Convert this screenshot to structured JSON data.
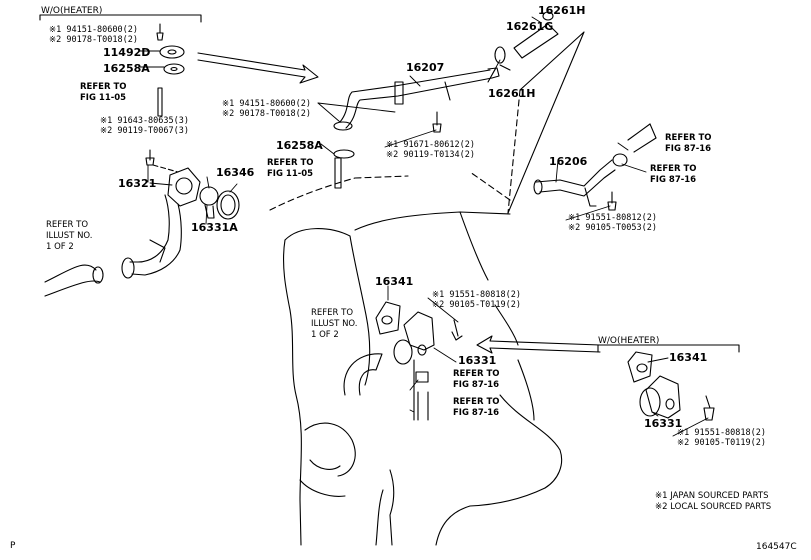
{
  "headers": {
    "top_left": "W/O(HEATER)",
    "bottom_right": "W/O(HEATER)"
  },
  "parts": {
    "p16261h_top": "16261H",
    "p16261g": "16261G",
    "p16261h_mid": "16261H",
    "p16207": "16207",
    "p11492d": "11492D",
    "p16258a_top": "16258A",
    "p16258a_mid": "16258A",
    "p16321": "16321",
    "p16346": "16346",
    "p16331a": "16331A",
    "p16206": "16206",
    "p16341_center": "16341",
    "p16331_center": "16331",
    "p16341_right": "16341",
    "p16331_right": "16331"
  },
  "subs": {
    "s_top_left": "※1 94151-80600(2)\n※2 90178-T0018(2)",
    "s_mid_left": "※1 94151-80600(2)\n※2 90178-T0018(2)",
    "s_thermo": "※1 91643-80635(3)\n※2 90119-T0067(3)",
    "s_center_bolt": "※1 91671-80612(2)\n※2 90119-T0134(2)",
    "s_right_pipe": "※1 91551-80812(2)\n※2 90105-T0053(2)",
    "s_center_outlet": "※1 91551-80818(2)\n※2 90105-T0119(2)",
    "s_right_outlet": "※1 91551-80818(2)\n※2 90105-T0119(2)"
  },
  "refs": {
    "r_fig_11_05_top": "REFER TO\nFIG 11-05",
    "r_fig_11_05_mid": "REFER TO\nFIG 11-05",
    "r_fig_87_16_a": "REFER TO\nFIG 87-16",
    "r_fig_87_16_b": "REFER TO\nFIG 87-16",
    "r_fig_87_16_c": "REFER TO\nFIG 87-16",
    "r_fig_87_16_d": "REFER TO\nFIG 87-16",
    "r_illust_left": "REFER TO\nILLUST NO.\n1 OF 2",
    "r_illust_center": "REFER TO\nILLUST NO.\n1 OF 2"
  },
  "notes": "※1 JAPAN SOURCED PARTS\n※2 LOCAL SOURCED PARTS",
  "footer": {
    "code": "164547C",
    "page_mark": "P"
  }
}
